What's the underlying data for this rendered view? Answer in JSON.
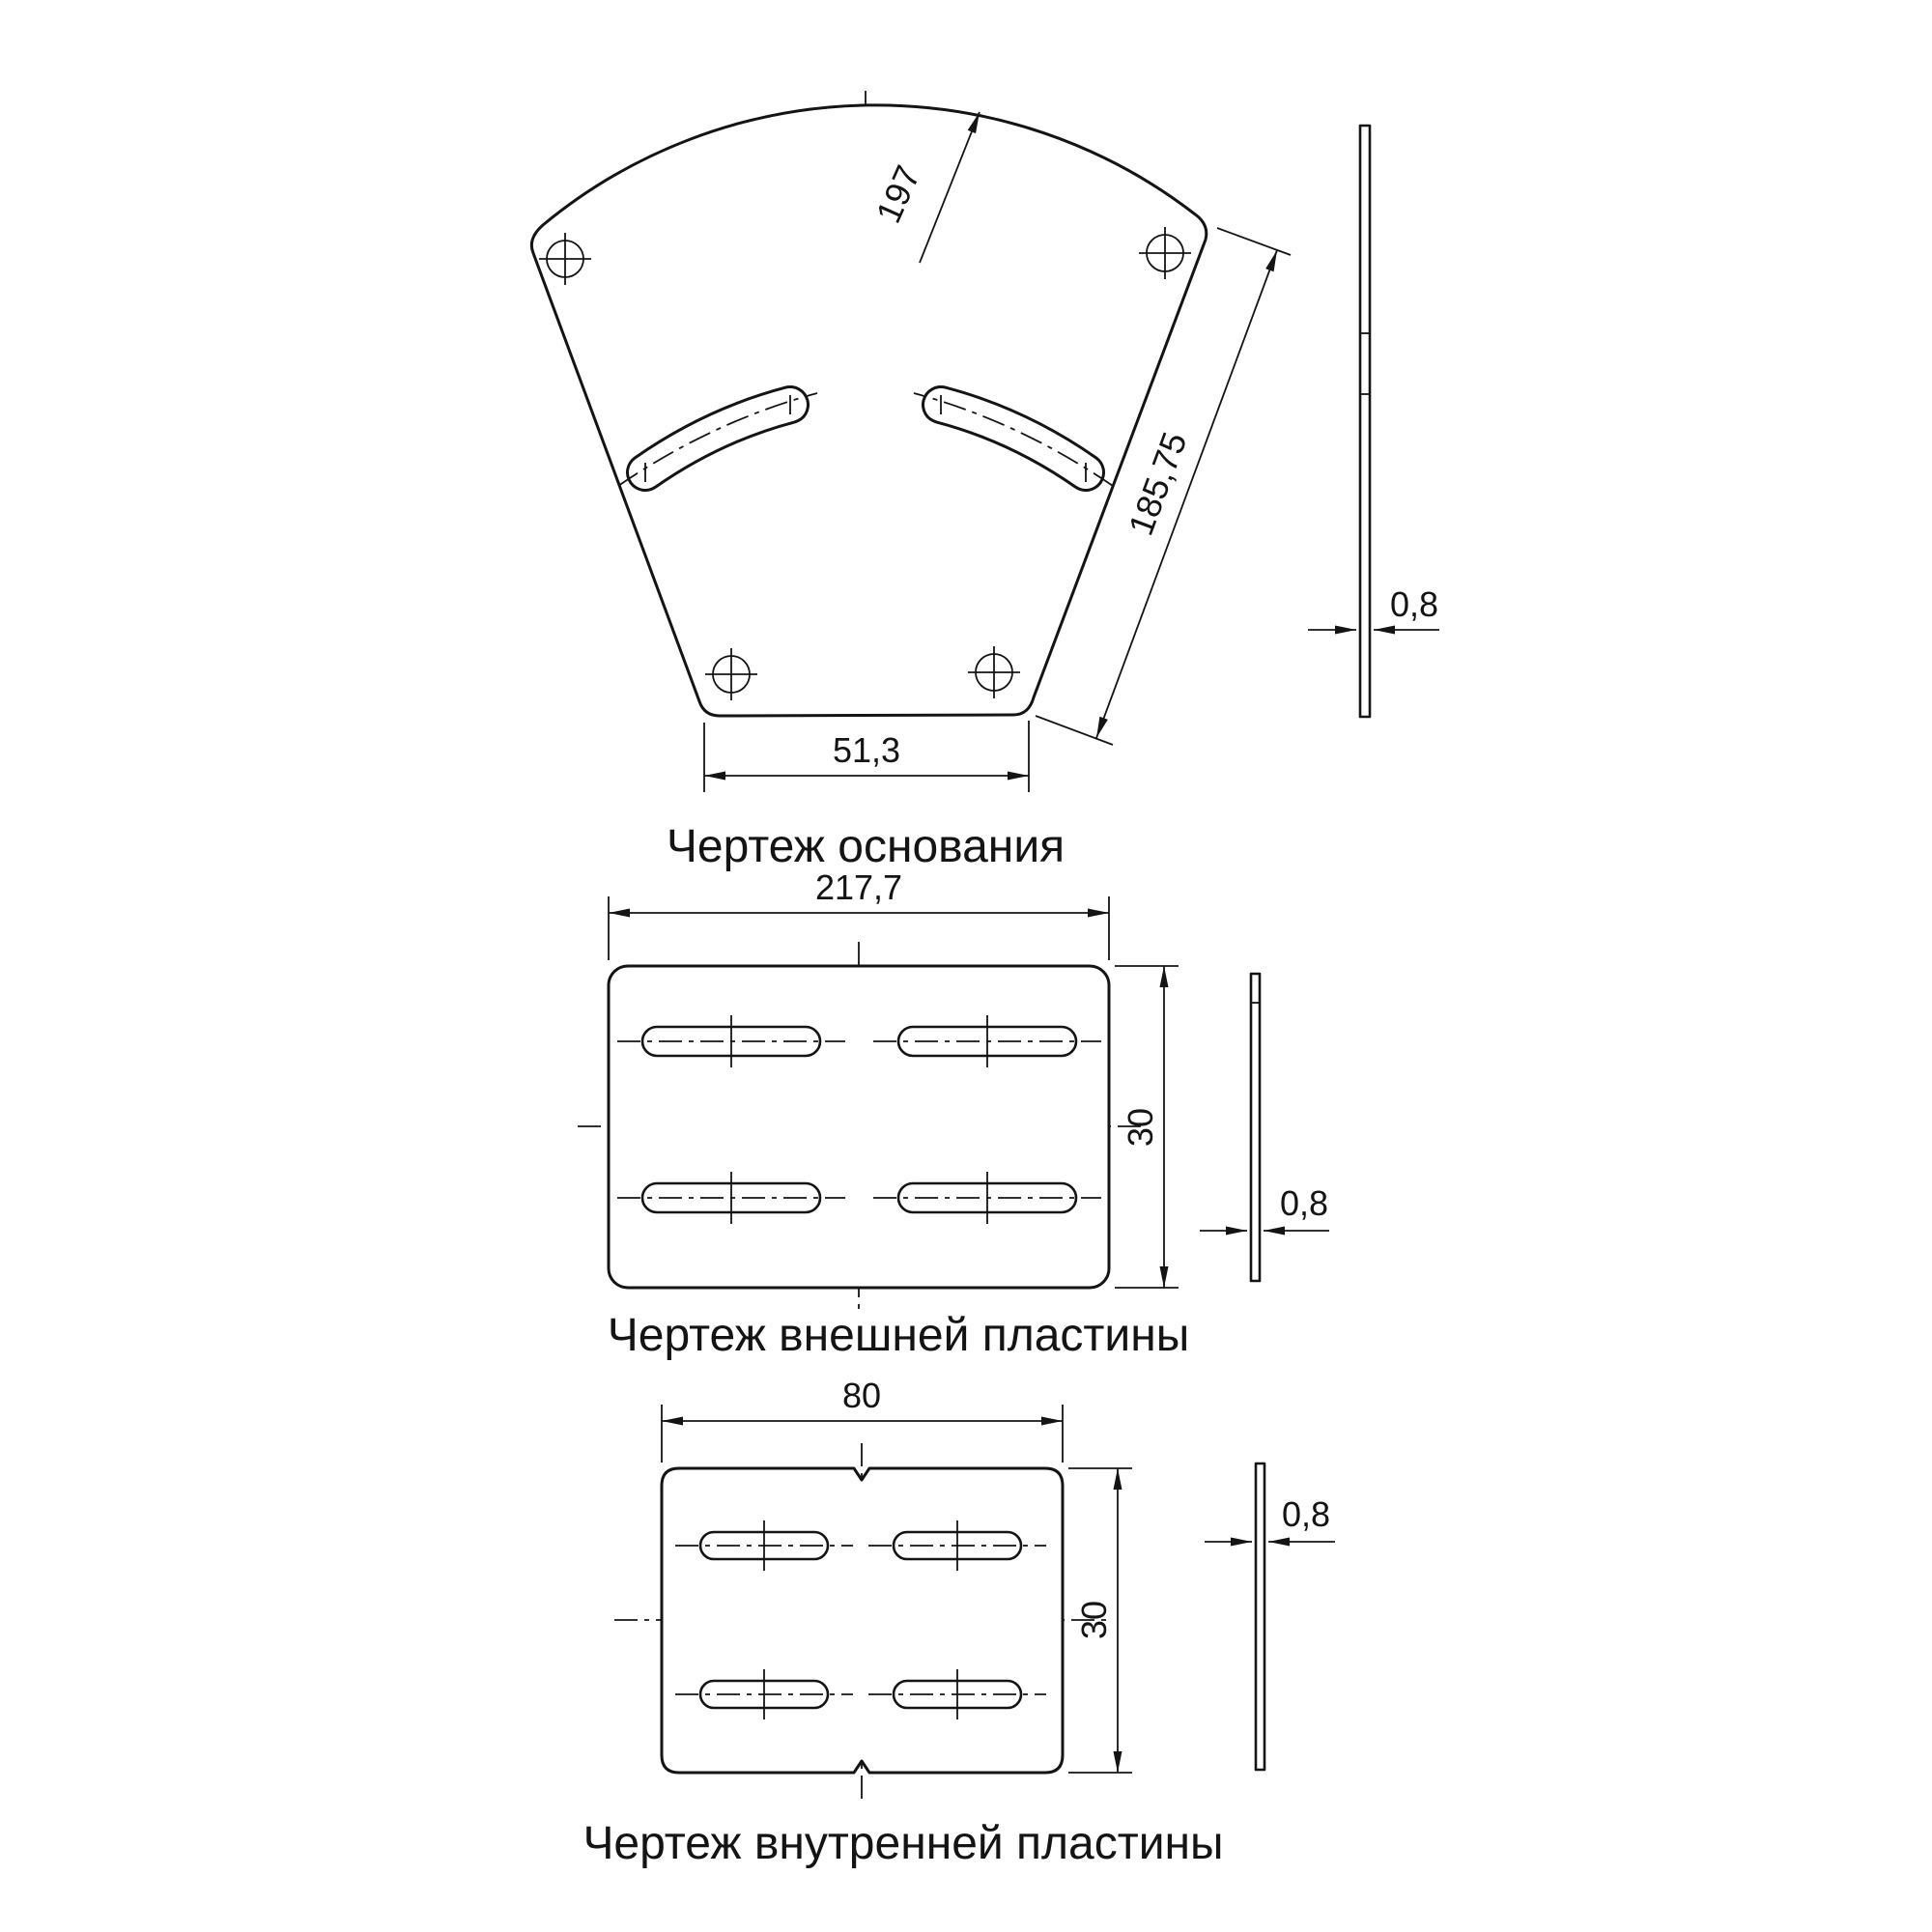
{
  "page": {
    "background": "#ffffff",
    "line_color": "#141414"
  },
  "drawings": {
    "base": {
      "title": "Чертеж основания",
      "dim_radius": "197",
      "dim_side": "185,75",
      "dim_bottom": "51,3",
      "dim_thickness": "0,8"
    },
    "outer_plate": {
      "title": "Чертеж внешней пластины",
      "dim_width": "217,7",
      "dim_height": "30",
      "dim_thickness": "0,8"
    },
    "inner_plate": {
      "title": "Чертеж внутренней пластины",
      "dim_width": "80",
      "dim_height": "30",
      "dim_thickness": "0,8"
    }
  }
}
